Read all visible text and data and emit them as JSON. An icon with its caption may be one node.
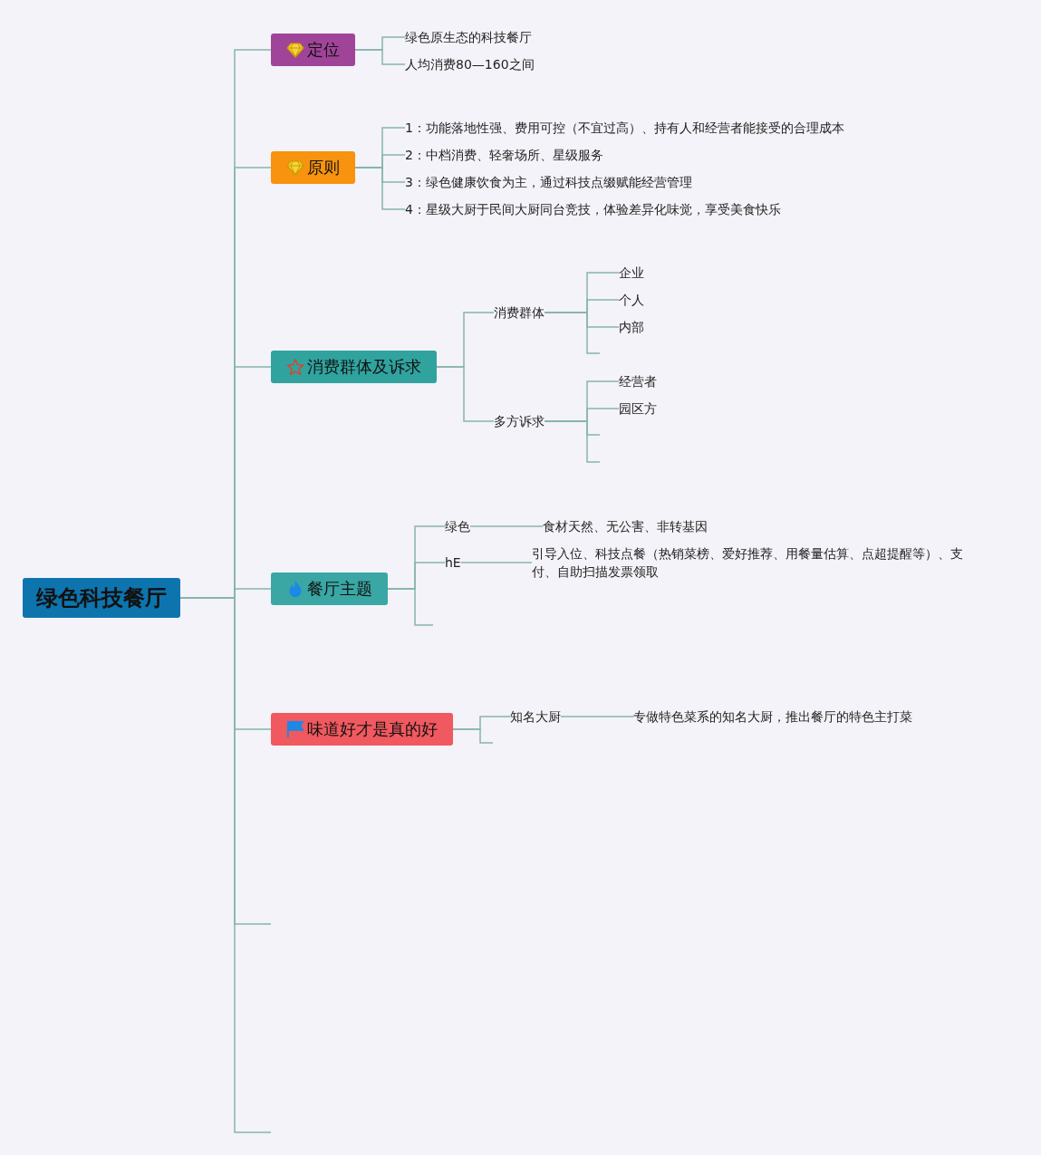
{
  "diagram": {
    "nodes": [
      {
        "text": [
          "绿色科技餐厅"
        ]
      },
      {
        "text": [
          "定位"
        ]
      },
      {
        "text": [
          "绿色原生态的科技餐厅"
        ]
      },
      {
        "text": [
          "人均消费80—160之间"
        ]
      },
      {
        "text": [
          "原则"
        ]
      },
      {
        "text": [
          "1：功能落地性强、费用可控（不宜过高）、持有人和经营者能接受的合理成本"
        ]
      },
      {
        "text": [
          "2：中档消费、轻奢场所、星级服务"
        ]
      },
      {
        "text": [
          "3：绿色健康饮食为主，通过科技点缀赋能经营管理"
        ]
      },
      {
        "text": [
          "4：星级大厨于民间大厨同台竞技，体验差异化味觉，享受美食快乐"
        ]
      },
      {
        "text": [
          "消费群体及诉求"
        ]
      },
      {
        "text": [
          "消费群体"
        ]
      },
      {
        "text": [
          "企业"
        ]
      },
      {
        "text": [
          "个人"
        ]
      },
      {
        "text": [
          "内部"
        ]
      },
      {
        "text": [
          "多方诉求"
        ]
      },
      {
        "text": [
          "经营者"
        ]
      },
      {
        "text": [
          "园区方"
        ]
      },
      {
        "text": [
          "餐厅主题"
        ]
      },
      {
        "text": [
          "绿色"
        ]
      },
      {
        "text": [
          "食材天然、无公害、非转基因"
        ]
      },
      {
        "text": [
          "hE"
        ]
      },
      {
        "text": [
          "引导入位、科技点餐（热销菜榜、爱好推荐、用餐量估算、点超提醒等）、支付、自助扫描发票领取"
        ]
      },
      {
        "text": [
          "味道好才是真的好"
        ]
      },
      {
        "text": [
          "知名大厨"
        ]
      },
      {
        "text": [
          "专做特色菜系的知名大厨，推出餐厅的特色主打菜"
        ]
      }
    ],
    "edges": [
      {
        "from": 0,
        "to": 1,
        "arrow": "none"
      },
      {
        "from": 1,
        "to": 2,
        "arrow": "none"
      },
      {
        "from": 1,
        "to": 3,
        "arrow": "none"
      },
      {
        "from": 0,
        "to": 4,
        "arrow": "none"
      },
      {
        "from": 4,
        "to": 5,
        "arrow": "none"
      },
      {
        "from": 4,
        "to": 6,
        "arrow": "none"
      },
      {
        "from": 4,
        "to": 7,
        "arrow": "none"
      },
      {
        "from": 4,
        "to": 8,
        "arrow": "none"
      },
      {
        "from": 0,
        "to": 9,
        "arrow": "none"
      },
      {
        "from": 9,
        "to": 10,
        "arrow": "none"
      },
      {
        "from": 10,
        "to": 11,
        "arrow": "none"
      },
      {
        "from": 10,
        "to": 12,
        "arrow": "none"
      },
      {
        "from": 10,
        "to": 13,
        "arrow": "none"
      },
      {
        "from": 10,
        "to": null,
        "arrow": "none"
      },
      {
        "from": 9,
        "to": 14,
        "arrow": "none"
      },
      {
        "from": 14,
        "to": 15,
        "arrow": "none"
      },
      {
        "from": 14,
        "to": 16,
        "arrow": "none"
      },
      {
        "from": 14,
        "to": null,
        "arrow": "none"
      },
      {
        "from": 14,
        "to": null,
        "arrow": "none"
      },
      {
        "from": 0,
        "to": 17,
        "arrow": "none"
      },
      {
        "from": 17,
        "to": 18,
        "arrow": "none"
      },
      {
        "from": 18,
        "to": 19,
        "arrow": "none"
      },
      {
        "from": 17,
        "to": 20,
        "arrow": "none"
      },
      {
        "from": 20,
        "to": 21,
        "arrow": "none"
      },
      {
        "from": 17,
        "to": null,
        "arrow": "none"
      },
      {
        "from": 0,
        "to": 22,
        "arrow": "none"
      },
      {
        "from": 22,
        "to": 23,
        "arrow": "none"
      },
      {
        "from": 23,
        "to": 24,
        "arrow": "none"
      },
      {
        "from": 22,
        "to": null,
        "arrow": "none"
      },
      {
        "from": 0,
        "to": null,
        "arrow": "none"
      },
      {
        "from": 0,
        "to": null,
        "arrow": "none"
      }
    ]
  }
}
